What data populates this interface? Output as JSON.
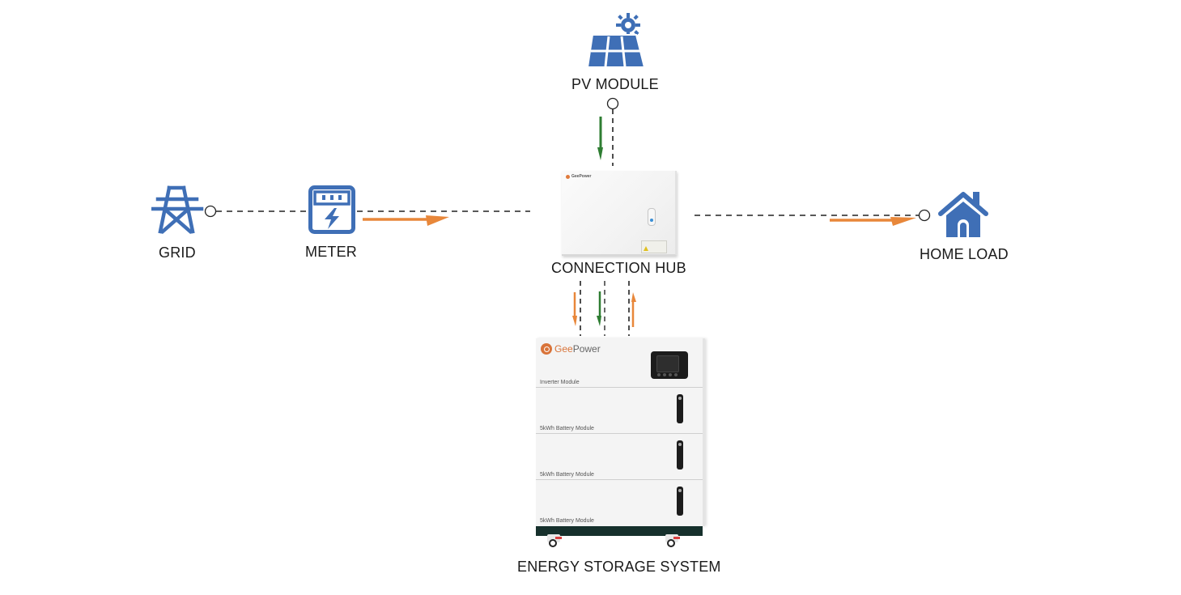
{
  "diagram": {
    "nodes": {
      "pv_module": {
        "label": "PV MODULE",
        "icon": "solar-panel-icon"
      },
      "grid": {
        "label": "GRID",
        "icon": "power-tower-icon"
      },
      "meter": {
        "label": "METER",
        "icon": "electric-meter-icon"
      },
      "connection_hub": {
        "label": "CONNECTION HUB",
        "brand": "GeePower"
      },
      "home_load": {
        "label": "HOME LOAD",
        "icon": "house-icon"
      },
      "energy_storage_system": {
        "label": "ENERGY STORAGE SYSTEM",
        "brand_prefix": "Gee",
        "brand_suffix": "Power",
        "modules": [
          "Inverter Module",
          "5kWh Battery Module",
          "5kWh Battery Module",
          "5kWh Battery Module"
        ]
      }
    },
    "flows": [
      {
        "from": "pv_module",
        "to": "connection_hub",
        "color": "green",
        "direction": "down"
      },
      {
        "from": "grid",
        "to": "meter",
        "style": "dashed"
      },
      {
        "from": "meter",
        "to": "connection_hub",
        "color": "orange",
        "direction": "right"
      },
      {
        "from": "connection_hub",
        "to": "home_load",
        "color": "orange",
        "direction": "right"
      },
      {
        "from": "connection_hub",
        "to": "energy_storage_system",
        "color": "orange",
        "direction": "down"
      },
      {
        "from": "connection_hub",
        "to": "energy_storage_system",
        "color": "green",
        "direction": "down"
      },
      {
        "from": "energy_storage_system",
        "to": "connection_hub",
        "color": "orange",
        "direction": "up"
      }
    ]
  },
  "colors": {
    "icon_blue": "#3f6fb6",
    "flow_orange": "#e8873a",
    "flow_green": "#2e7d32",
    "line_dark": "#222222"
  }
}
